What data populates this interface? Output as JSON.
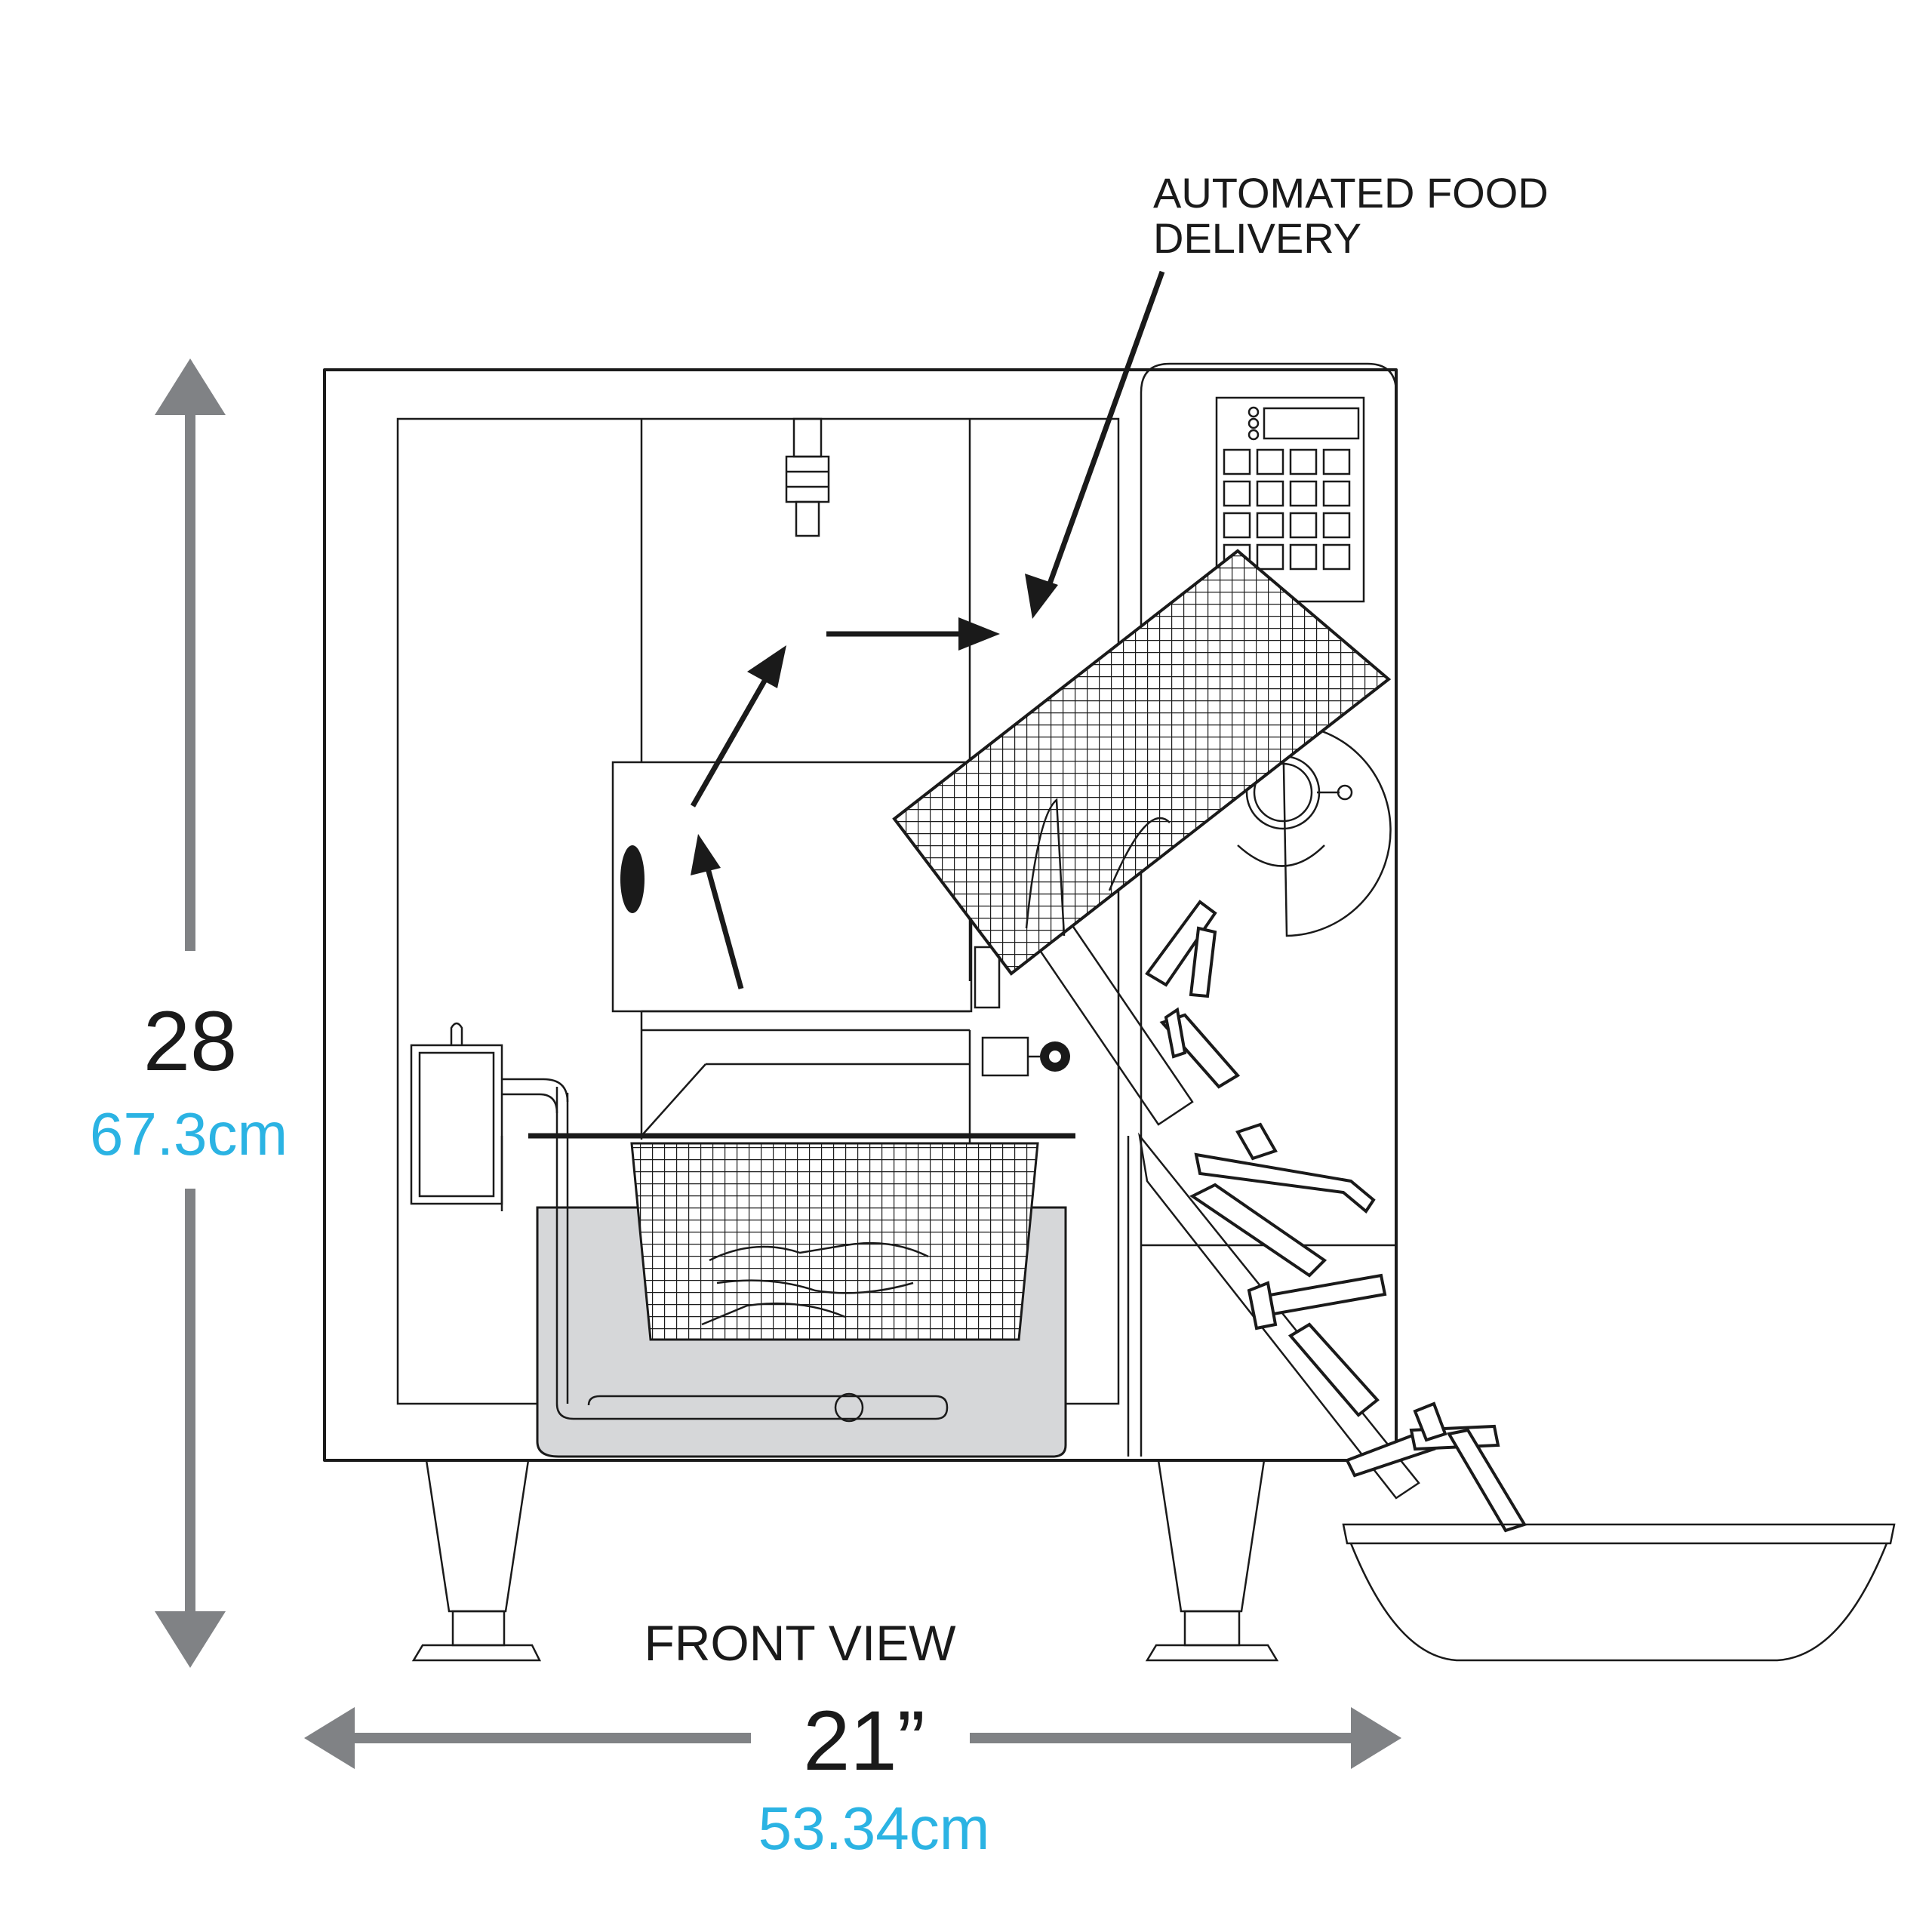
{
  "callout": {
    "line1": "AUTOMATED FOOD",
    "line2": "DELIVERY"
  },
  "view_label": "FRONT VIEW",
  "height_dimension": {
    "imperial": "28",
    "metric": "67.3cm"
  },
  "width_dimension": {
    "imperial": "21”",
    "metric": "53.34cm"
  },
  "colors": {
    "linework": "#1a1a1a",
    "dimension_arrows": "#808285",
    "metric_text": "#2bb3e3",
    "oil_fill": "#d6d7d9"
  }
}
